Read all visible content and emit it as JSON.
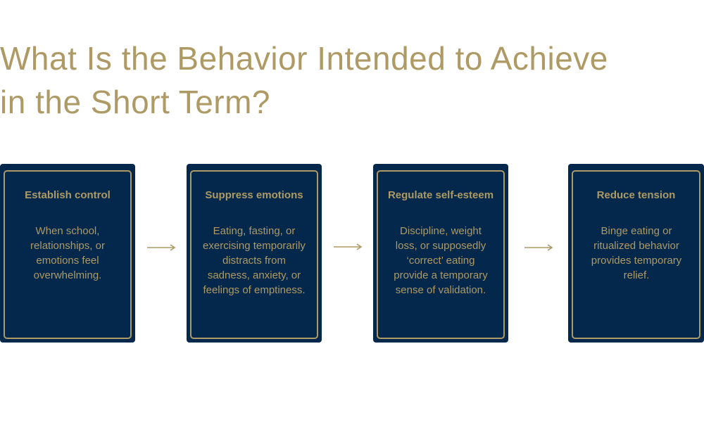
{
  "title_line1": "What Is the Behavior Intended to Achieve",
  "title_line2": "in the Short Term?",
  "colors": {
    "navy": "#04284c",
    "gold": "#ad9a65",
    "background": "#ffffff"
  },
  "cards": [
    {
      "title": "Establish control",
      "body": "When school, relationships, or emotions feel overwhelming."
    },
    {
      "title": "Suppress emotions",
      "body": "Eating, fasting, or exercising temporarily distracts from sadness, anxiety, or feelings of emptiness."
    },
    {
      "title": "Regulate self-esteem",
      "body": "Discipline, weight loss, or supposedly ‘correct’ eating provide a temporary sense of validation."
    },
    {
      "title": "Reduce tension",
      "body": "Binge eating or ritualized behavior provides temporary relief."
    }
  ],
  "arrow_icon": "long-right-arrow"
}
